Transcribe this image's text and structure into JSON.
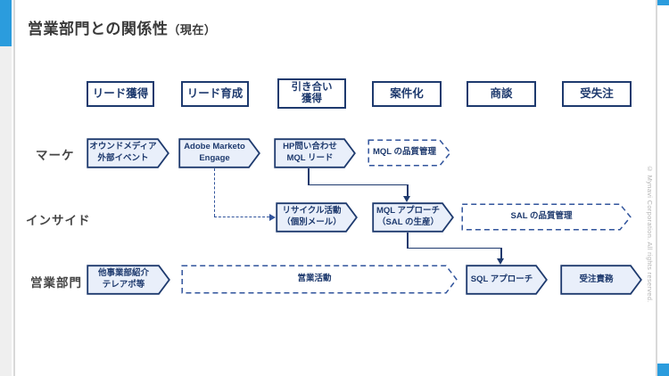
{
  "meta": {
    "title": "営業部門との関係性",
    "title_suffix": "（現在）",
    "copyright": "© Mynavi Corporation. All rights reserved."
  },
  "stages": [
    {
      "label": "リード獲得"
    },
    {
      "label": "リード育成"
    },
    {
      "line1": "引き合い",
      "line2": "獲得"
    },
    {
      "label": "案件化"
    },
    {
      "label": "商談"
    },
    {
      "label": "受失注"
    }
  ],
  "rows": [
    {
      "label": "マーケ"
    },
    {
      "label": "インサイド"
    },
    {
      "label": "営業部門"
    }
  ],
  "shapes": {
    "owned_media": {
      "line1": "オウンドメディア",
      "line2": "外部イベント"
    },
    "marketo": {
      "line1": "Adobe Marketo",
      "line2": "Engage"
    },
    "hp_inquiry": {
      "line1": "HP問い合わせ",
      "line2": "MQL リード"
    },
    "mql_quality": {
      "label": "MQL の品質管理"
    },
    "recycle": {
      "line1": "リサイクル活動",
      "line2": "（個別メール）"
    },
    "mql_approach": {
      "line1": "MQL アプローチ",
      "line2": "（SAL の生産）"
    },
    "sal_quality": {
      "label": "SAL の品質管理"
    },
    "other_division": {
      "line1": "他事業部紹介",
      "line2": "テレアポ等"
    },
    "sales_activity": {
      "label": "営業活動"
    },
    "sql_approach": {
      "label": "SQL アプローチ"
    },
    "order_duty": {
      "label": "受注責務"
    }
  },
  "colors": {
    "navy": "#1e3a6e",
    "dashed_blue": "#31549c",
    "chevron_fill": "#e9effa",
    "accent_blue": "#2b9cdd",
    "gutter_gray": "#efefef"
  }
}
